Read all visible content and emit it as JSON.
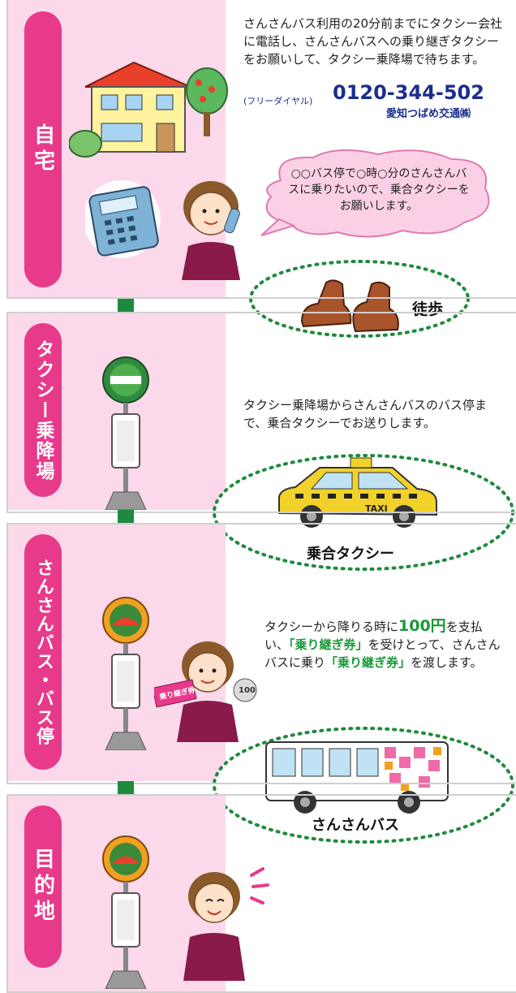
{
  "sections": {
    "home": {
      "label": "自宅",
      "text": "さんさんバス利用の20分前までにタクシー会社に電話し、さんさんバスへの乗り継ぎタクシーをお願いして、タクシー乗降場で待ちます。",
      "free_dial_label": "(フリーダイヤル)",
      "phone_number": "0120-344-502",
      "company": "愛知つばめ交通㈱",
      "speech": "○○バス停で○時○分のさんさんバスに乗りたいので、乗合タクシーをお願いします。",
      "walk_label": "徒歩"
    },
    "taxi_stand": {
      "label": "タクシー乗降場",
      "text": "タクシー乗降場からさんさんバスのバス停まで、乗合タクシーでお送りします。",
      "taxi_sign": "TAXI",
      "vehicle_label": "乗合タクシー"
    },
    "bus_stop": {
      "label": "さんさんバス・バス停",
      "text_a": "タクシーから降りる時に",
      "fare": "100円",
      "text_b": "を支払い、",
      "ticket1": "「乗り継ぎ券」",
      "text_c": "を受けとって、さんさんバスに乗り",
      "ticket2": "「乗り継ぎ券」",
      "text_d": "を渡します。",
      "ticket_card": "乗り継ぎ券",
      "coin": "100",
      "vehicle_label": "さんさんバス"
    },
    "destination": {
      "label": "目的地"
    }
  },
  "colors": {
    "pink_panel": "#fbd9ea",
    "label_bg": "#e83a8a",
    "arrow": "#1e8a3e",
    "phone": "#1b2e8c",
    "highlight": "#1a9a3a"
  }
}
